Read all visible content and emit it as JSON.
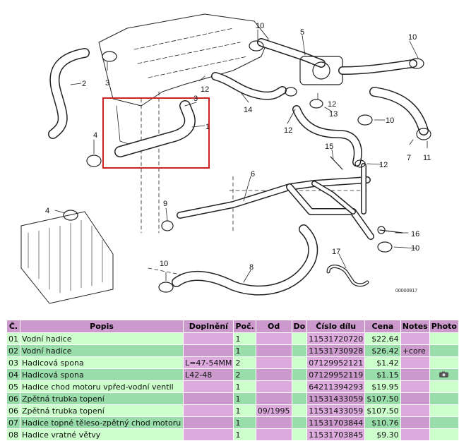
{
  "diagram": {
    "code": "00000917",
    "callouts": [
      "1",
      "2",
      "3",
      "3",
      "4",
      "4",
      "5",
      "6",
      "7",
      "8",
      "9",
      "10",
      "10",
      "10",
      "10",
      "10",
      "11",
      "12",
      "12",
      "12",
      "12",
      "13",
      "14",
      "15",
      "16",
      "17"
    ]
  },
  "table": {
    "headers": {
      "c": "Č.",
      "popis": "Popis",
      "doplneni": "Doplnění",
      "poc": "Poč.",
      "od": "Od",
      "do": "Do",
      "cislo": "Číslo dílu",
      "cena": "Cena",
      "notes": "Notes",
      "photo": "Photo"
    },
    "rows": [
      {
        "c": "01",
        "popis": "Vodní hadice",
        "doplneni": "",
        "poc": "1",
        "od": "",
        "do": "",
        "cislo": "11531720720",
        "cena": "$22.64",
        "notes": "",
        "photo": ""
      },
      {
        "c": "02",
        "popis": "Vodní hadice",
        "doplneni": "",
        "poc": "1",
        "od": "",
        "do": "",
        "cislo": "11531730928",
        "cena": "$26.42",
        "notes": "+core",
        "photo": ""
      },
      {
        "c": "03",
        "popis": "Hadicová spona",
        "doplneni": "L=47-54MM",
        "poc": "2",
        "od": "",
        "do": "",
        "cislo": "07129952121",
        "cena": "$1.42",
        "notes": "",
        "photo": ""
      },
      {
        "c": "04",
        "popis": "Hadicová spona",
        "doplneni": "L42-48",
        "poc": "2",
        "od": "",
        "do": "",
        "cislo": "07129952119",
        "cena": "$1.15",
        "notes": "",
        "photo": "camera-icon"
      },
      {
        "c": "05",
        "popis": "Hadice chod motoru vpřed-vodní ventil",
        "doplneni": "",
        "poc": "1",
        "od": "",
        "do": "",
        "cislo": "64211394293",
        "cena": "$19.95",
        "notes": "",
        "photo": ""
      },
      {
        "c": "06",
        "popis": "Zpětná trubka topení",
        "doplneni": "",
        "poc": "1",
        "od": "",
        "do": "",
        "cislo": "11531433059",
        "cena": "$107.50",
        "notes": "",
        "photo": ""
      },
      {
        "c": "06",
        "popis": "Zpětná trubka topení",
        "doplneni": "",
        "poc": "1",
        "od": "09/1995",
        "do": "",
        "cislo": "11531433059",
        "cena": "$107.50",
        "notes": "",
        "photo": ""
      },
      {
        "c": "07",
        "popis": "Hadice topné těleso-zpětný chod motoru",
        "doplneni": "",
        "poc": "1",
        "od": "",
        "do": "",
        "cislo": "11531703844",
        "cena": "$10.76",
        "notes": "",
        "photo": ""
      },
      {
        "c": "08",
        "popis": "Hadice vratné větvy",
        "doplneni": "",
        "poc": "1",
        "od": "",
        "do": "",
        "cislo": "11531703845",
        "cena": "$9.30",
        "notes": "",
        "photo": ""
      }
    ]
  }
}
